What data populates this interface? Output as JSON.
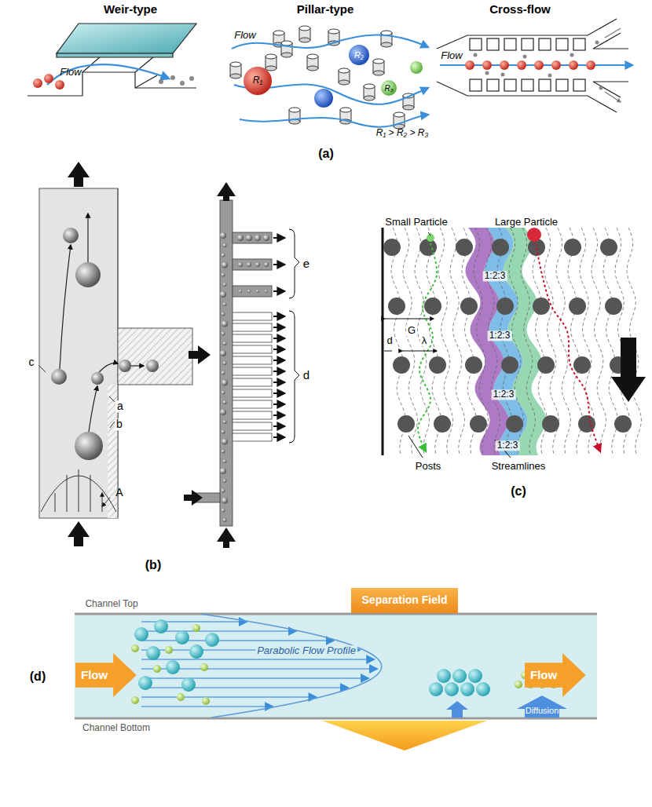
{
  "diagram": {
    "nodes": [
      {
        "text": [
          "Separation Field"
        ]
      },
      {
        "text": [
          "Flow"
        ]
      },
      {
        "text": [
          "Flow"
        ]
      }
    ],
    "labels": [
      "Weir-type",
      "Pillar-type",
      "Cross-flow",
      "Flow",
      "Flow",
      "R₁",
      "R₂",
      "R₃",
      "R₁ > R₂ > R₃",
      "Flow",
      "(a)",
      "c",
      "a",
      "b",
      "A",
      "e",
      "d",
      "(b)",
      "Small Particle",
      "Large Particle",
      "G",
      "d",
      "λ",
      "1:2:3",
      "1:2:3",
      "1:2:3",
      "1:2:3",
      "Posts",
      "Streamlines",
      "(c)",
      "(d)",
      "Channel Top",
      "Parabolic Flow Profile",
      "Diffusion",
      "Channel Bottom"
    ]
  }
}
